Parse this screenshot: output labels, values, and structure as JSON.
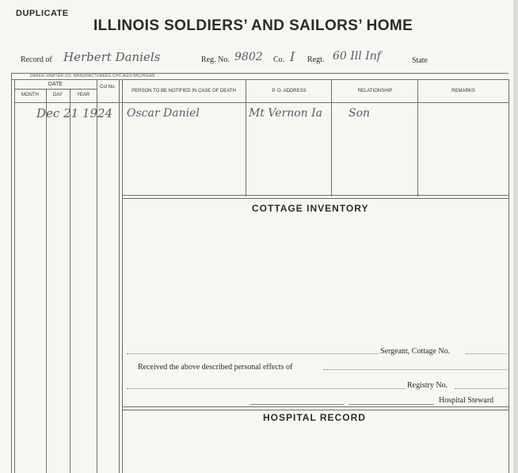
{
  "header": {
    "duplicate": "DUPLICATE",
    "title": "ILLINOIS SOLDIERS’ AND SAILORS’ HOME",
    "record_of_label": "Record of",
    "record_of_value": "Herbert Daniels",
    "reg_no_label": "Reg. No.",
    "reg_no_value": "9802",
    "co_label": "Co.",
    "co_value": "I",
    "regt_label": "Regt.",
    "regt_value": "60 Ill Inf",
    "state_label": "State",
    "manufacturer": "DAKER-VAWTER CO. MANUFACTURERS CHICAGO-MICHIGAN"
  },
  "table": {
    "date_label": "DATE",
    "month_label": "MONTH",
    "day_label": "DAY",
    "year_label": "YEAR",
    "col_no_label": "Col No.",
    "person_label": "PERSON TO BE NOTIFIED IN CASE OF DEATH",
    "address_label": "P. O. ADDRESS",
    "relationship_label": "RELATIONSHIP",
    "remarks_label": "REMARKS",
    "entry": {
      "date": "Dec 21 1924",
      "person": "Oscar Daniel",
      "address": "Mt Vernon Ia",
      "relationship": "Son"
    }
  },
  "cottage": {
    "title": "COTTAGE INVENTORY",
    "sergeant_label": "Sergeant, Cottage No.",
    "received_label": "Received the above described personal effects of",
    "registry_label": "Registry No.",
    "steward_label": "Hospital Steward"
  },
  "hospital": {
    "title": "HOSPITAL RECORD"
  }
}
